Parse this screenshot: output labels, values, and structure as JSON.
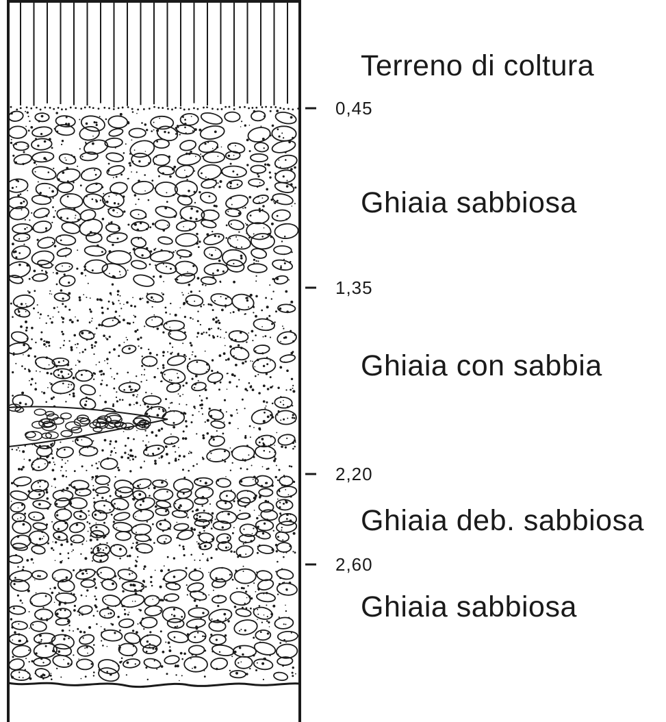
{
  "stratigraphic_column": {
    "layers": [
      {
        "label": "Terreno di coltura",
        "pattern": "vertical-lines"
      },
      {
        "label": "Ghiaia sabbiosa",
        "pattern": "dense-gravel-sand"
      },
      {
        "label": "Ghiaia con sabbia",
        "pattern": "sparse-gravel-sand"
      },
      {
        "label": "Ghiaia deb. sabbiosa",
        "pattern": "packed-gravel"
      },
      {
        "label": "Ghiaia sabbiosa",
        "pattern": "dense-gravel-sand"
      }
    ],
    "depths": [
      "0,45",
      "1,35",
      "2,20",
      "2,60"
    ],
    "line_color": "#1a1a1a",
    "background_color": "#ffffff"
  }
}
